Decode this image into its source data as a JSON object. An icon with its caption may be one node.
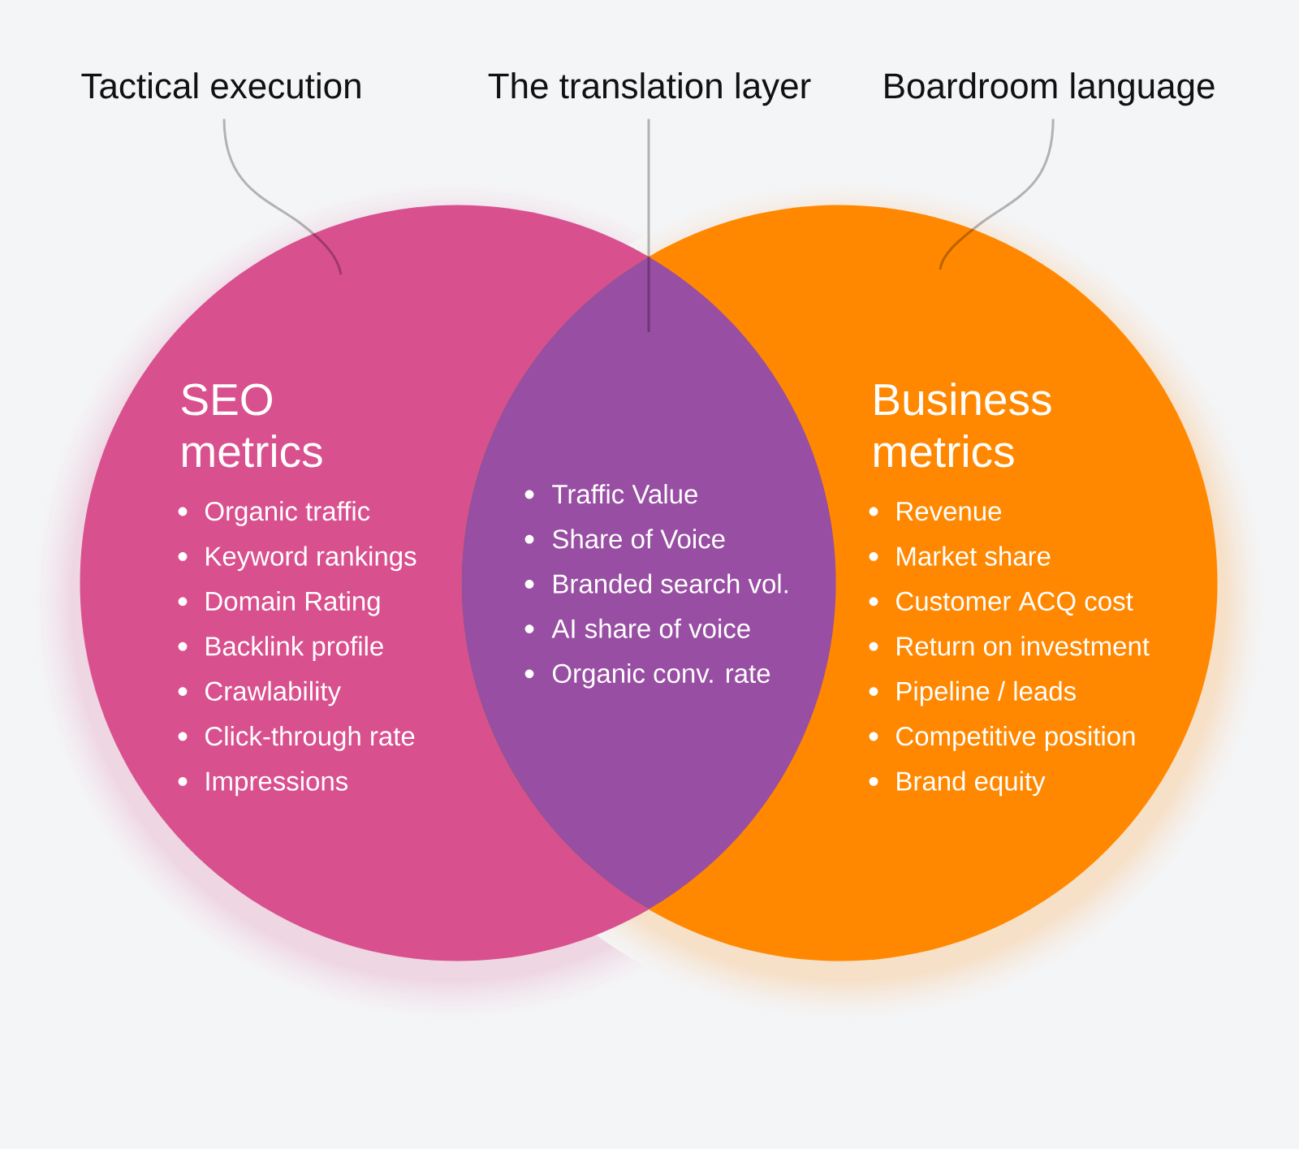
{
  "diagram": {
    "nodes": [
      {
        "text": [
          "Tactical execution"
        ]
      },
      {
        "text": [
          "The translation layer"
        ]
      },
      {
        "text": [
          "Boardroom language"
        ]
      },
      {
        "text": [
          "SEO metrics",
          "Organic traffic",
          "Keyword rankings",
          "Domain Rating",
          "Backlink profile",
          "Crawlability",
          "Click-through rate",
          "Impressions"
        ]
      },
      {
        "text": [
          "Traffic Value",
          "Share of Voice",
          "Branded search vol.",
          "AI share of voice",
          "Organic conv. rate"
        ]
      },
      {
        "text": [
          "Business metrics",
          "Revenue",
          "Market share",
          "Customer ACQ cost",
          "Return on investment",
          "Pipeline / leads",
          "Competitive position",
          "Brand equity"
        ]
      }
    ],
    "edges": [
      {
        "from": 0,
        "to": 3,
        "arrow": "none"
      },
      {
        "from": 1,
        "to": 4,
        "arrow": "none"
      },
      {
        "from": 2,
        "to": 5,
        "arrow": "none"
      }
    ]
  }
}
